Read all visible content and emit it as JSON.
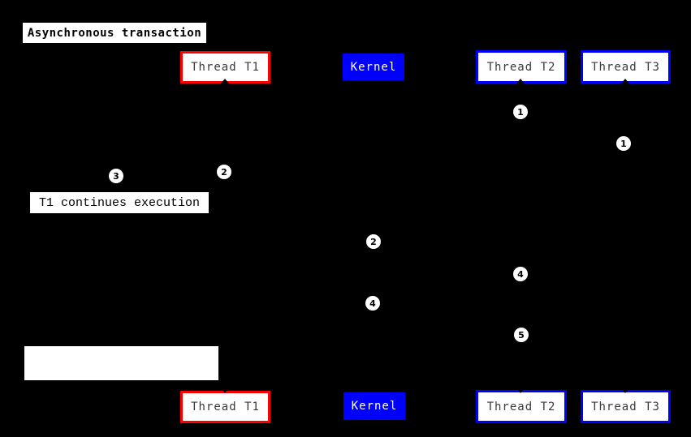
{
  "diagram": {
    "title": "Asynchronous transaction",
    "type": "sequence-diagram",
    "colors": {
      "background": "#000000",
      "thread_t1_border": "#ff0000",
      "thread_t2_t3_border": "#0000ff",
      "kernel_fill": "#0000ff",
      "kernel_text": "#ffffff",
      "box_fill": "#ffffff",
      "box_text": "#3a3a3a",
      "note_fill": "#ffffff",
      "note_text": "#000000"
    }
  },
  "participants": {
    "t1": "Thread T1",
    "kernel": "Kernel",
    "t2": "Thread T2",
    "t3": "Thread T3"
  },
  "notes": {
    "t1_continues": "T1 continues execution",
    "empty_note": ""
  },
  "markers": {
    "step1_t2": "1",
    "step1_t3": "1",
    "step2_t1": "2",
    "step3_t1": "3",
    "step2_kernel": "2",
    "step4_kernel": "4",
    "step4_t2": "4",
    "step5_t2": "5"
  }
}
